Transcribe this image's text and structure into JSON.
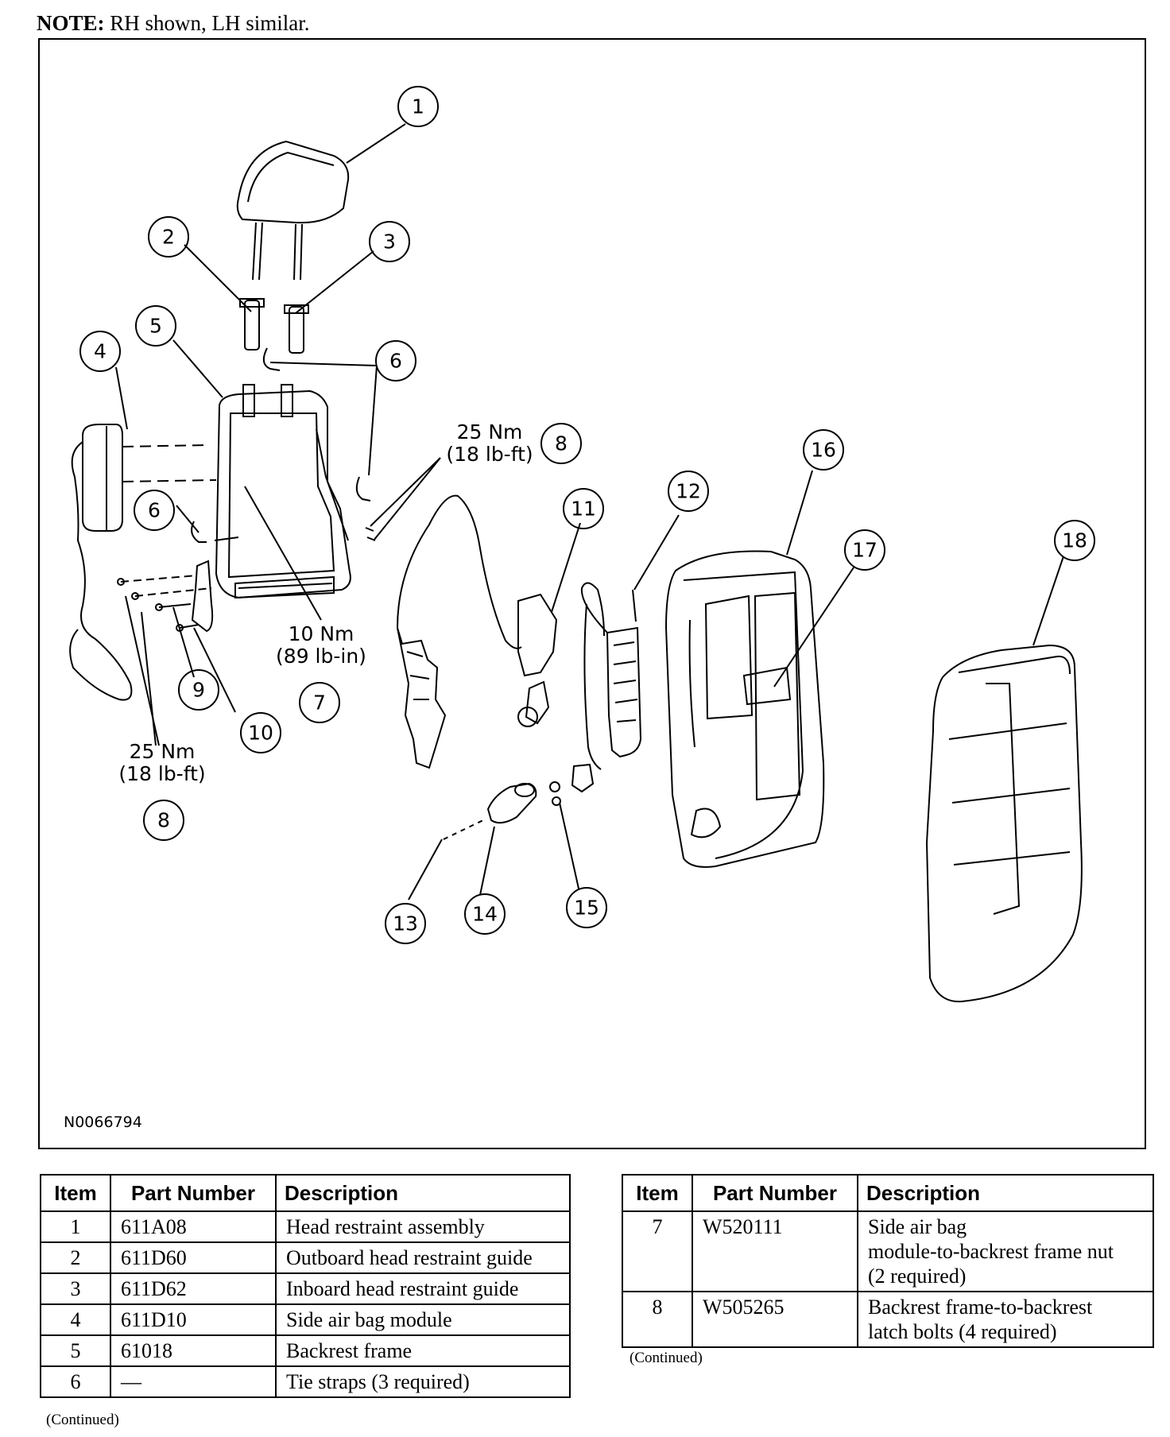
{
  "note": {
    "label": "NOTE:",
    "text": "RH shown, LH similar."
  },
  "diagram": {
    "code": "N0066794",
    "callouts": [
      "1",
      "2",
      "3",
      "4",
      "5",
      "6",
      "6",
      "8",
      "8",
      "9",
      "10",
      "7",
      "11",
      "12",
      "13",
      "14",
      "15",
      "16",
      "17",
      "18"
    ],
    "torques": [
      {
        "line1": "25 Nm",
        "line2": "(18 lb-ft)"
      },
      {
        "line1": "10 Nm",
        "line2": "(89 lb-in)"
      },
      {
        "line1": "25 Nm",
        "line2": "(18 lb-ft)"
      }
    ]
  },
  "table_left": {
    "headers": [
      "Item",
      "Part Number",
      "Description"
    ],
    "rows": [
      {
        "item": "1",
        "part": "611A08",
        "desc": "Head restraint assembly"
      },
      {
        "item": "2",
        "part": "611D60",
        "desc": "Outboard head restraint guide"
      },
      {
        "item": "3",
        "part": "611D62",
        "desc": "Inboard head restraint guide"
      },
      {
        "item": "4",
        "part": "611D10",
        "desc": "Side air bag module"
      },
      {
        "item": "5",
        "part": "61018",
        "desc": "Backrest frame"
      },
      {
        "item": "6",
        "part": "—",
        "desc": "Tie straps (3 required)"
      }
    ],
    "continued": "(Continued)"
  },
  "table_right": {
    "headers": [
      "Item",
      "Part Number",
      "Description"
    ],
    "rows": [
      {
        "item": "7",
        "part": "W520111",
        "desc_lines": [
          "Side air bag",
          "module-to-backrest frame nut",
          "(2 required)"
        ]
      },
      {
        "item": "8",
        "part": "W505265",
        "desc_lines": [
          "Backrest frame-to-backrest",
          "latch bolts (4 required)"
        ]
      }
    ],
    "continued": "(Continued)"
  }
}
